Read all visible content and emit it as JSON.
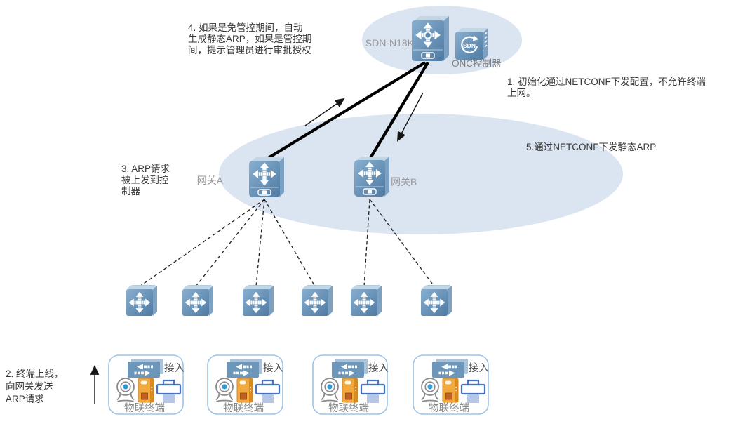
{
  "diagram": {
    "type": "sdn-network-topology",
    "notes": {
      "note1": {
        "lines": [
          "1. 初始化通过NETCONF下发配置，不允许终端",
          "上网。"
        ]
      },
      "note2": {
        "lines": [
          "2. 终端上线，",
          "向网关发送",
          "ARP请求"
        ]
      },
      "note3": {
        "lines": [
          "3. ARP请求",
          "被上发到控",
          "制器"
        ]
      },
      "note4": {
        "lines": [
          "4. 如果是免管控期间，自动",
          "生成静态ARP，如果是管控期",
          "间，提示管理员进行审批授权"
        ]
      },
      "note5": {
        "lines": [
          "5.通过NETCONF下发静态ARP"
        ]
      }
    },
    "nodes": {
      "core_switch": {
        "label": "SDN-N18K"
      },
      "controller": {
        "label": "ONC控制器",
        "badge": "SDN"
      },
      "gateway_a": {
        "label": "网关A"
      },
      "gateway_b": {
        "label": "网关B"
      },
      "access_switch_count": 6
    },
    "terminal_groups": [
      {
        "access_label": "接入",
        "label": "物联终端",
        "devices": [
          "webcam-icon",
          "kiosk-icon",
          "printer-icon"
        ]
      },
      {
        "access_label": "接入",
        "label": "物联终端",
        "devices": [
          "webcam-icon",
          "kiosk-icon",
          "printer-icon"
        ]
      },
      {
        "access_label": "接入",
        "label": "物联终端",
        "devices": [
          "webcam-icon",
          "kiosk-icon",
          "printer-icon"
        ]
      },
      {
        "access_label": "接入",
        "label": "物联终端",
        "devices": [
          "webcam-icon",
          "kiosk-icon",
          "printer-icon"
        ]
      }
    ],
    "colors": {
      "cloud_fill": "#dbe4f1",
      "node_blue": "#5d89b4",
      "node_blue_light": "#bdd2e4",
      "group_border": "#9dc3e6",
      "kiosk_orange": "#f2a93e",
      "printer_blue": "#4472c4",
      "webcam_lens": "#2e9bd6",
      "label_gray": "#989898",
      "text_dark": "#383838"
    }
  }
}
